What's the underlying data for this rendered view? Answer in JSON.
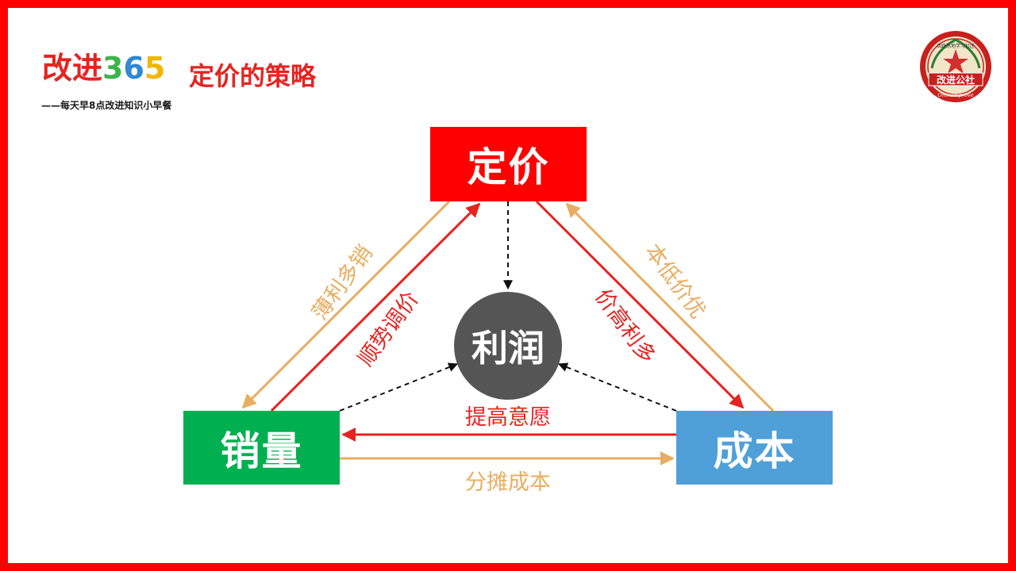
{
  "header": {
    "brand_name": "改进",
    "brand_digit_1": "3",
    "brand_digit_2": "6",
    "brand_digit_3": "5",
    "title": "定价的策略",
    "tagline": "——每天早8点改进知识小早餐"
  },
  "logo": {
    "top_text": "活跃热地学习社区",
    "main_text": "改进公社",
    "bottom_text": "OmniImprove"
  },
  "nodes": {
    "price": "定价",
    "sales": "销量",
    "cost": "成本",
    "profit": "利润"
  },
  "relations": {
    "sales_to_price": "顺势调价",
    "price_to_sales": "薄利多销",
    "price_to_cost": "价高利多",
    "cost_to_price": "本低价优",
    "cost_to_sales": "提高意愿",
    "sales_to_cost": "分摊成本"
  },
  "colors": {
    "frame": "#ff0000",
    "price": "#ff0000",
    "sales": "#00b050",
    "cost": "#4f9fd8",
    "profit": "#555555",
    "red_arrow": "#e52421",
    "orange_arrow": "#e8ad60"
  }
}
